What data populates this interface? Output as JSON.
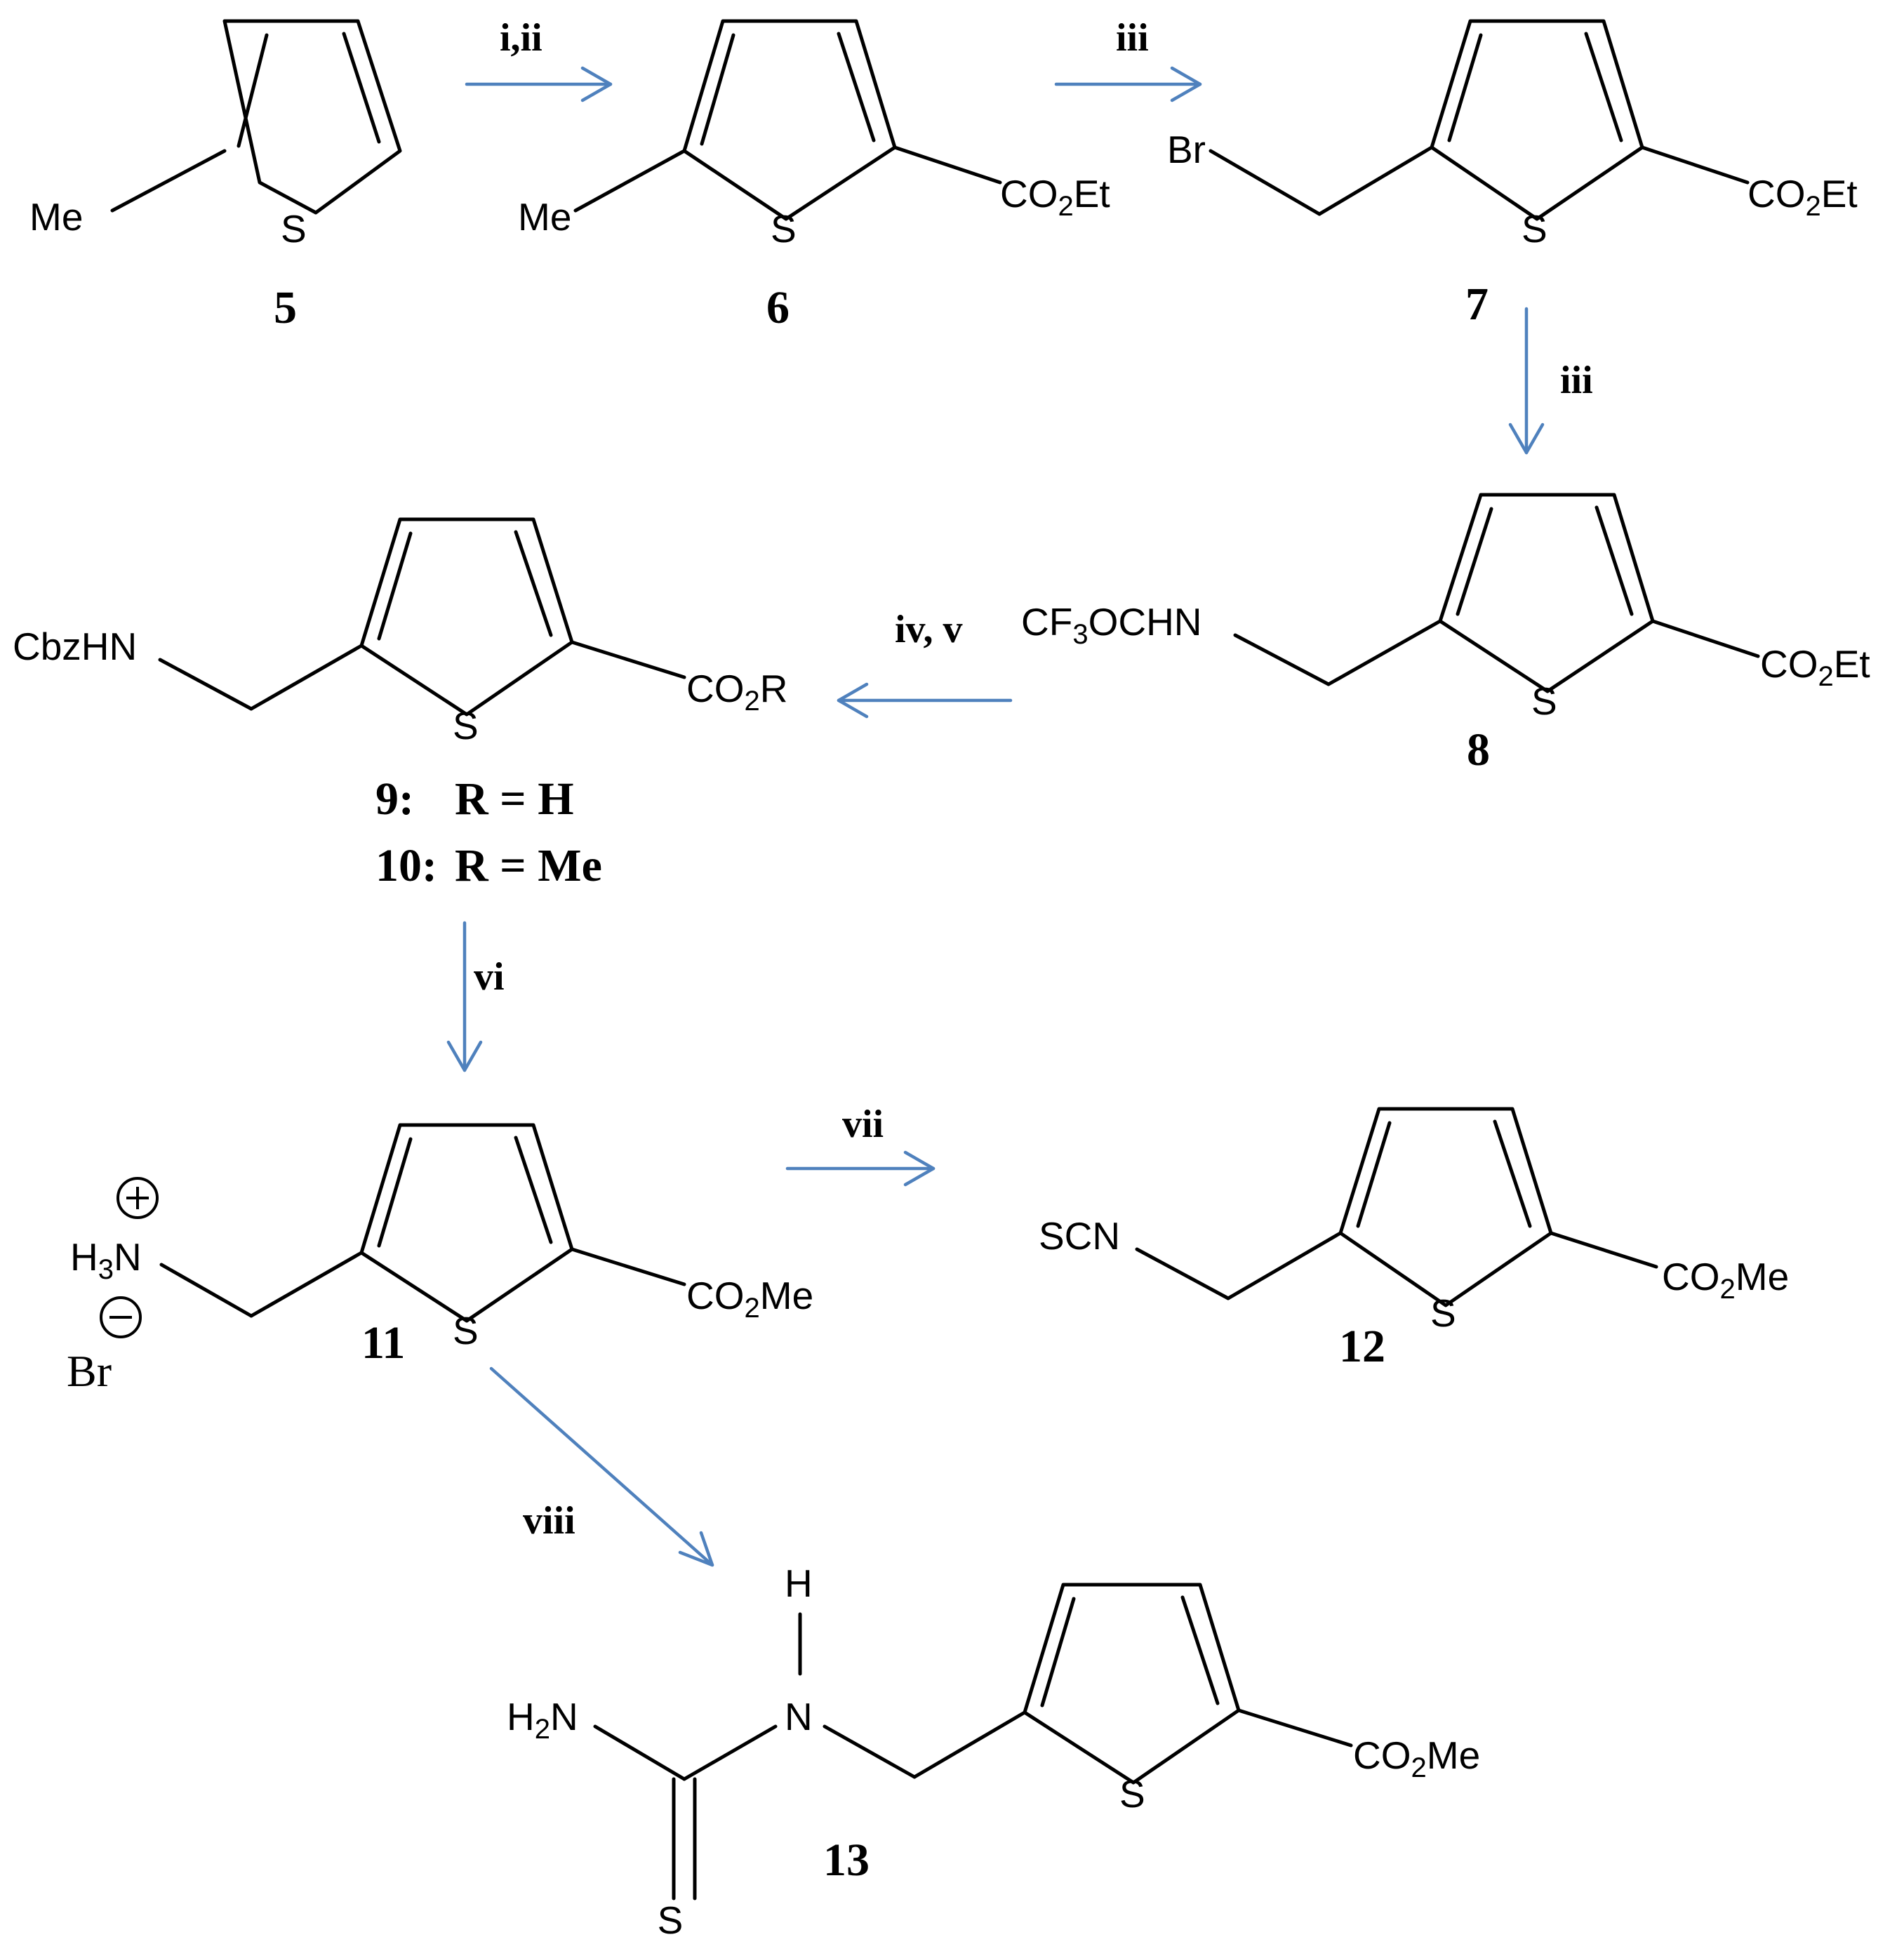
{
  "compounds": [
    {
      "id": "5",
      "label": "5",
      "groups": [
        "Me",
        "S"
      ]
    },
    {
      "id": "6",
      "label": "6",
      "groups": [
        "Me",
        "S",
        "CO2Et"
      ]
    },
    {
      "id": "7",
      "label": "7",
      "groups": [
        "Br",
        "S",
        "CO2Et"
      ]
    },
    {
      "id": "8",
      "label": "8",
      "groups": [
        "CF3OCHN",
        "S",
        "CO2Et"
      ]
    },
    {
      "id": "9",
      "label": "9:",
      "groups": [
        "CbzHN",
        "S",
        "CO2R"
      ],
      "r_group": "R = H"
    },
    {
      "id": "10",
      "label": "10:",
      "r_group": "R = Me"
    },
    {
      "id": "11",
      "label": "11",
      "groups": [
        "H3N",
        "S",
        "CO2Me",
        "Br"
      ]
    },
    {
      "id": "12",
      "label": "12",
      "groups": [
        "SCN",
        "S",
        "CO2Me"
      ]
    },
    {
      "id": "13",
      "label": "13",
      "groups": [
        "H2N",
        "N",
        "H",
        "S",
        "S",
        "CO2Me"
      ]
    }
  ],
  "steps": [
    {
      "from": "5",
      "to": "6",
      "conditions": "i,ii"
    },
    {
      "from": "6",
      "to": "7",
      "conditions": "iii"
    },
    {
      "from": "7",
      "to": "8",
      "conditions": "iii"
    },
    {
      "from": "8",
      "to": "9/10",
      "conditions": "iv, v"
    },
    {
      "from": "10",
      "to": "11",
      "conditions": "vi"
    },
    {
      "from": "11",
      "to": "12",
      "conditions": "vii"
    },
    {
      "from": "11",
      "to": "13",
      "conditions": "viii"
    }
  ],
  "labels": {
    "me": "Me",
    "s": "S",
    "co2et": {
      "a": "CO",
      "sub": "2",
      "b": "Et"
    },
    "co2me": {
      "a": "CO",
      "sub": "2",
      "b": "Me"
    },
    "co2r": {
      "a": "CO",
      "sub": "2",
      "b": "R"
    },
    "br": "Br",
    "cf3ochn": {
      "a": "CF",
      "sub": "3",
      "b": "OCHN"
    },
    "cbzhn": "CbzHN",
    "h3n": {
      "a": "H",
      "sub": "3",
      "b": "N"
    },
    "scn": "SCN",
    "h2n": {
      "a": "H",
      "sub": "2",
      "b": "N"
    },
    "n": "N",
    "h": "H"
  },
  "colors": {
    "arrow": "#4f81bd",
    "bond": "#000000"
  }
}
